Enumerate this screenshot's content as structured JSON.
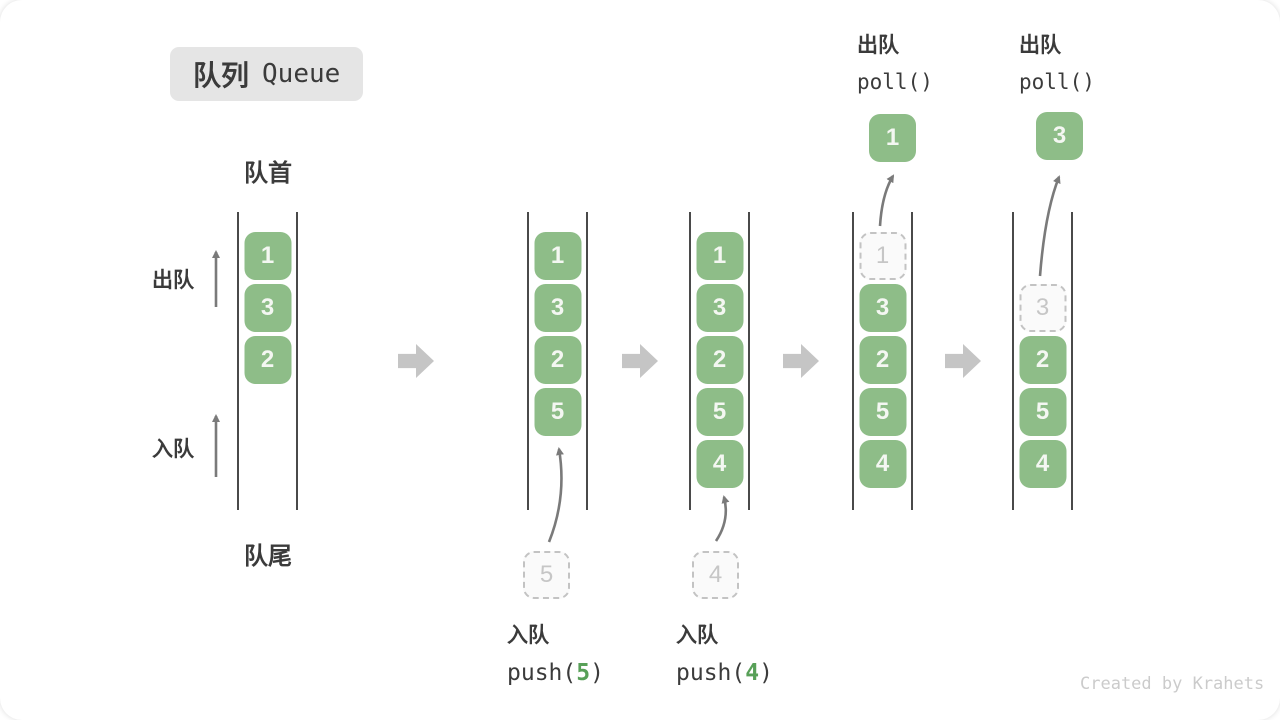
{
  "title": {
    "zh": "队列",
    "en": "Queue"
  },
  "labels": {
    "front": "队首",
    "rear": "队尾",
    "dequeue": "出队",
    "enqueue": "入队"
  },
  "states": [
    {
      "name": "initial",
      "boxes": [
        {
          "value": "1",
          "slot": 0,
          "type": "filled"
        },
        {
          "value": "3",
          "slot": 1,
          "type": "filled"
        },
        {
          "value": "2",
          "slot": 2,
          "type": "filled"
        }
      ]
    },
    {
      "name": "after-push-5",
      "boxes": [
        {
          "value": "1",
          "slot": 0,
          "type": "filled"
        },
        {
          "value": "3",
          "slot": 1,
          "type": "filled"
        },
        {
          "value": "2",
          "slot": 2,
          "type": "filled"
        },
        {
          "value": "5",
          "slot": 3,
          "type": "filled"
        }
      ]
    },
    {
      "name": "after-push-4",
      "boxes": [
        {
          "value": "1",
          "slot": 0,
          "type": "filled"
        },
        {
          "value": "3",
          "slot": 1,
          "type": "filled"
        },
        {
          "value": "2",
          "slot": 2,
          "type": "filled"
        },
        {
          "value": "5",
          "slot": 3,
          "type": "filled"
        },
        {
          "value": "4",
          "slot": 4,
          "type": "filled"
        }
      ]
    },
    {
      "name": "after-poll-1",
      "boxes": [
        {
          "value": "1",
          "slot": 0,
          "type": "removed"
        },
        {
          "value": "3",
          "slot": 1,
          "type": "filled"
        },
        {
          "value": "2",
          "slot": 2,
          "type": "filled"
        },
        {
          "value": "5",
          "slot": 3,
          "type": "filled"
        },
        {
          "value": "4",
          "slot": 4,
          "type": "filled"
        }
      ]
    },
    {
      "name": "after-poll-3",
      "boxes": [
        {
          "value": "3",
          "slot": 1,
          "type": "removed"
        },
        {
          "value": "2",
          "slot": 2,
          "type": "filled"
        },
        {
          "value": "5",
          "slot": 3,
          "type": "filled"
        },
        {
          "value": "4",
          "slot": 4,
          "type": "filled"
        }
      ]
    }
  ],
  "floating": {
    "pending_5": "5",
    "pending_4": "4",
    "polled_1": "1",
    "polled_3": "3"
  },
  "ops": {
    "push_5": {
      "label": "入队",
      "code_pre": "push(",
      "arg": "5",
      "code_post": ")"
    },
    "push_4": {
      "label": "入队",
      "code_pre": "push(",
      "arg": "4",
      "code_post": ")"
    },
    "poll_1": {
      "label": "出队",
      "code": "poll()"
    },
    "poll_2": {
      "label": "出队",
      "code": "poll()"
    }
  },
  "watermark": "Created by Krahets",
  "colors": {
    "box_green": "#8EBD88",
    "code_green": "#58A058",
    "ink": "#3B3B3B",
    "column_line": "#4A4A4A",
    "thin_arrow": "#7A7A7A",
    "block_arrow": "#C5C5C5",
    "dashed_border": "#C3C3C3",
    "badge_bg": "#E5E5E5",
    "watermark": "#CBCBCB"
  }
}
